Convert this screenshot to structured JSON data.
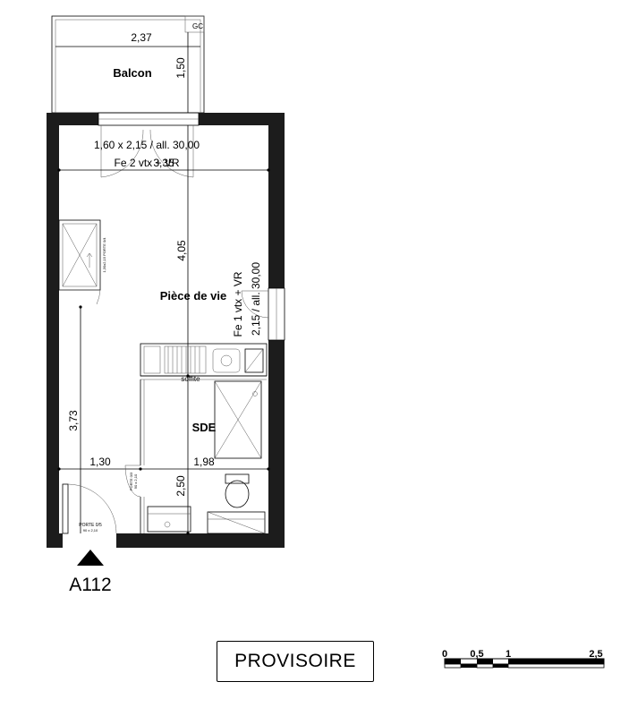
{
  "rooms": {
    "balcon": "Balcon",
    "piece_de_vie": "Pièce de vie",
    "sde": "SDE"
  },
  "dimensions": {
    "balcon_width": "2,37",
    "balcon_depth": "1,50",
    "piece_width": "3,35",
    "piece_length": "4,05",
    "left_length": "3,73",
    "bottom_left": "1,30",
    "bottom_right": "1,98",
    "sde_depth": "2,50"
  },
  "windows": {
    "top_size": "1,60 x 2,15 / all. 30,00",
    "top_type": "Fe 2 vtx + VR",
    "side_size": "2,15 / all. 30,00",
    "side_type": "Fe 1 vtx + VR"
  },
  "small_labels": {
    "gc": "GC",
    "soffite": "soffite",
    "placard_door": "1,30x2,15 PORTE 0/4",
    "sde_door_a": "PORTE 0/3",
    "sde_door_b": "90 x 2,10",
    "entry_door_a": "PORTE 0/5",
    "entry_door_b": "90 x 2,10"
  },
  "unit": {
    "id": "A112"
  },
  "stamp": "PROVISOIRE",
  "scale": {
    "ticks": [
      "0",
      "0,5",
      "1",
      "2,5"
    ]
  }
}
